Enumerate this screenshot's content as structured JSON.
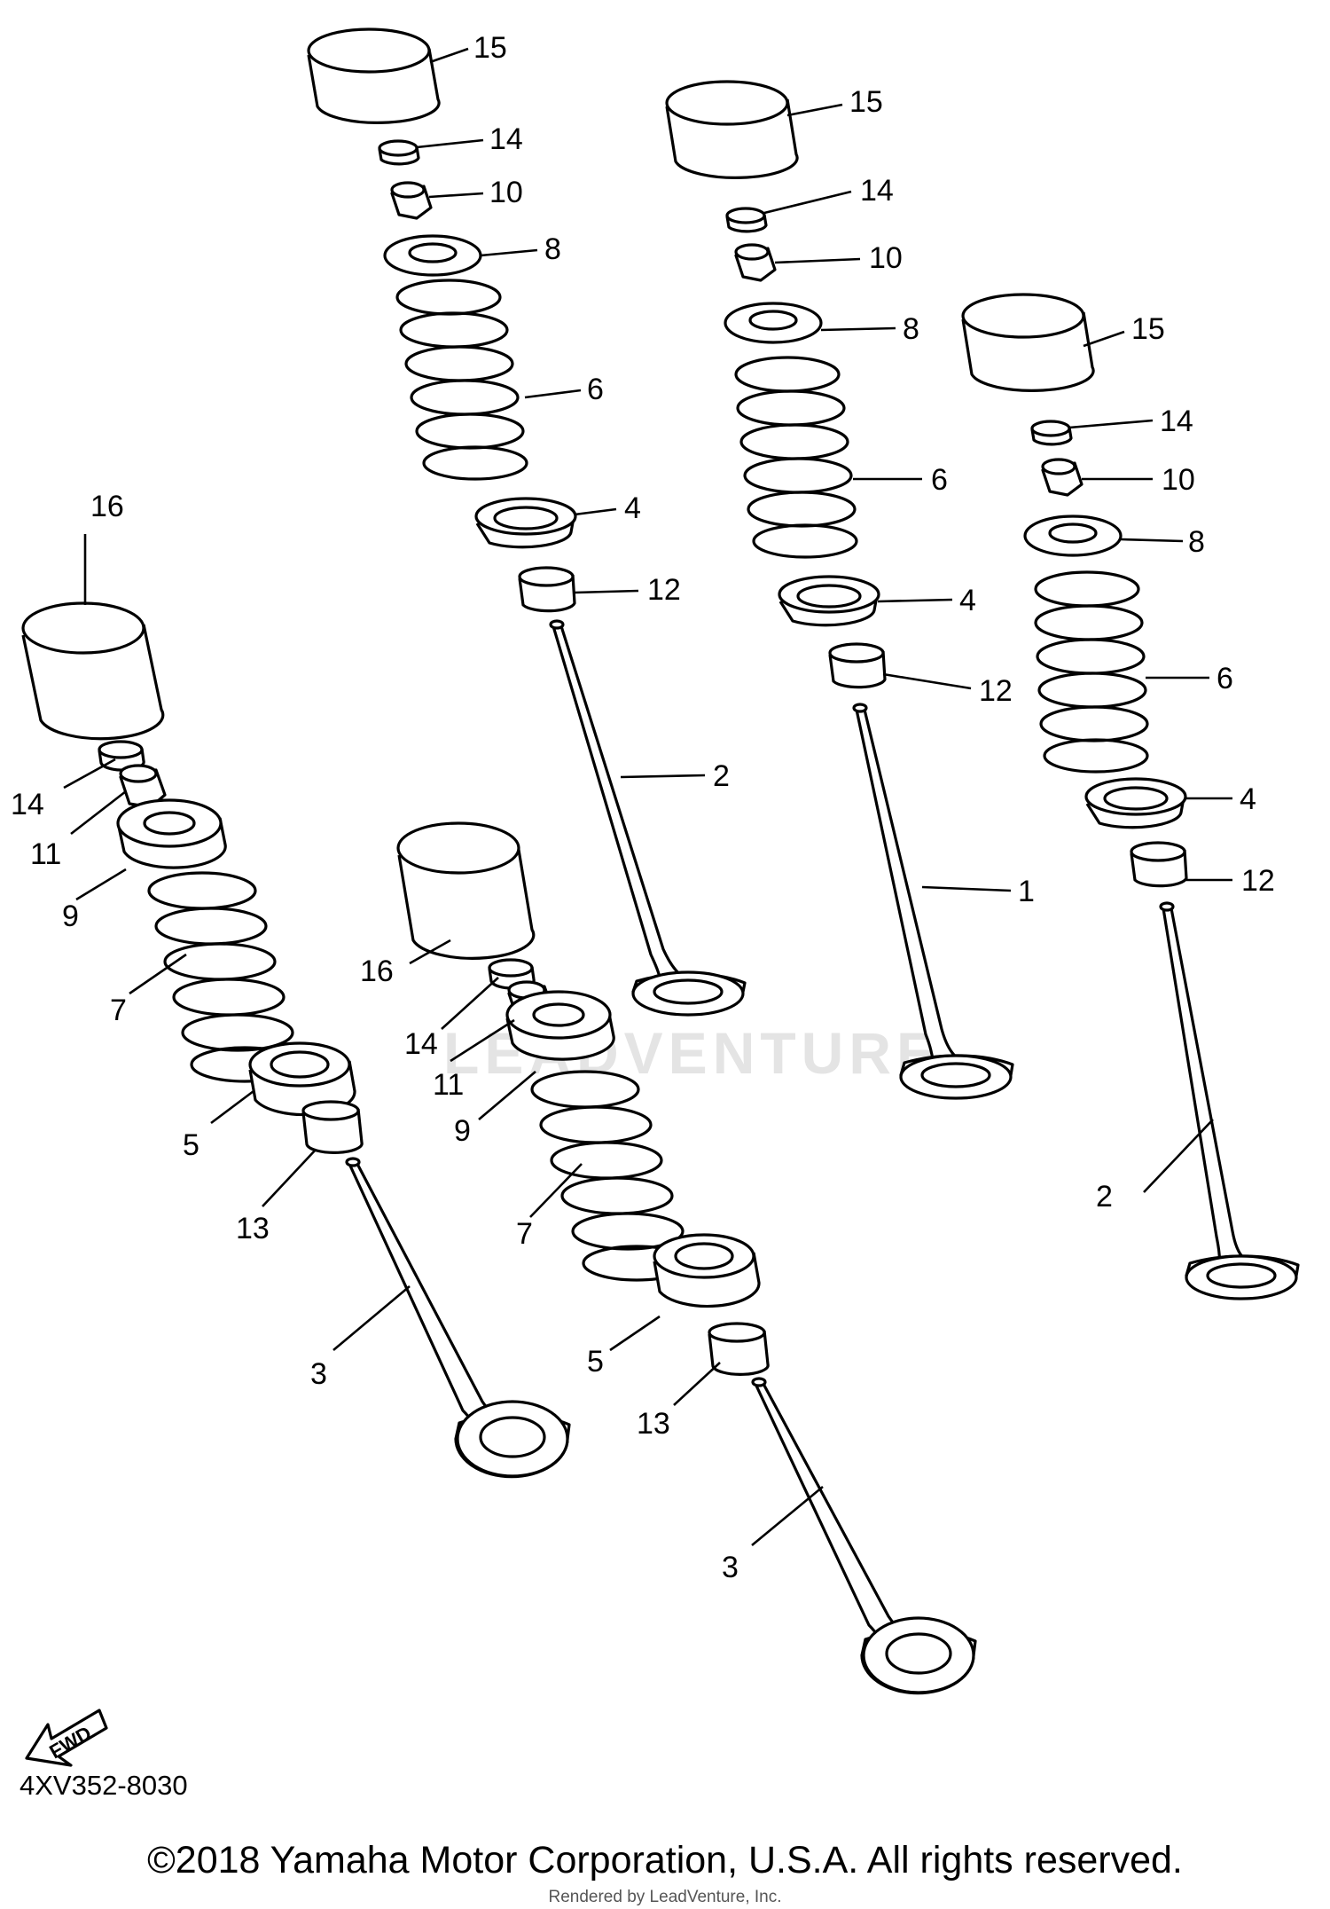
{
  "diagram": {
    "labels": {
      "l1": "1",
      "l2": "2",
      "l3": "3",
      "l4": "4",
      "l5": "5",
      "l6": "6",
      "l7": "7",
      "l8": "8",
      "l9": "9",
      "l10": "10",
      "l11": "11",
      "l12": "12",
      "l13": "13",
      "l14": "14",
      "l15": "15",
      "l16": "16"
    },
    "fwd_label": "FWD",
    "watermark": "LEADVENTURE",
    "part_code": "4XV352-8030"
  },
  "footer": {
    "copyright": "©2018 Yamaha Motor Corporation, U.S.A. All rights reserved.",
    "rendered_by": "Rendered by LeadVenture, Inc."
  }
}
